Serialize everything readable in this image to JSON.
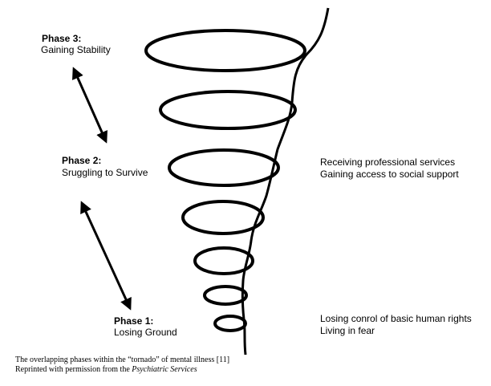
{
  "phases": [
    {
      "title": "Phase 3:",
      "subtitle": "Gaining Stability"
    },
    {
      "title": "Phase 2:",
      "subtitle": "Sruggling to Survive"
    },
    {
      "title": "Phase 1:",
      "subtitle": "Losing Ground"
    }
  ],
  "notes": {
    "upper": [
      "Receiving professional services",
      "Gaining access to social support"
    ],
    "lower": [
      "Losing conrol of basic human rights",
      "Living in fear"
    ]
  },
  "caption": {
    "line1": "The overlapping phases within the “tornado” of mental illness [11]",
    "line2_prefix": "Reprinted with permission from the ",
    "line2_source": "Psychiatric Services"
  },
  "colors": {
    "ink": "#000000",
    "background": "#ffffff"
  }
}
